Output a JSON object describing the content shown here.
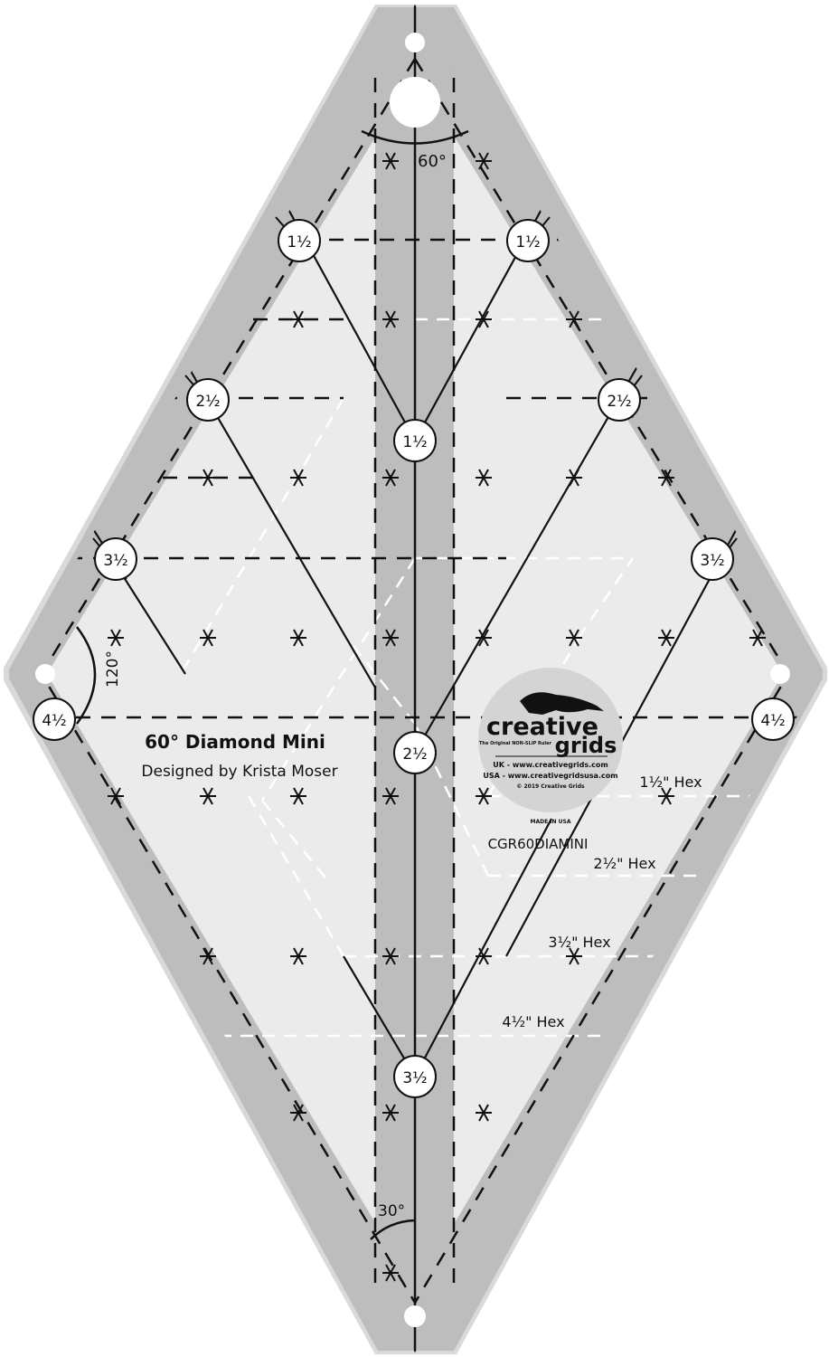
{
  "ruler": {
    "title": "60° Diamond Mini",
    "designer": "Designed by Krista Moser",
    "sku": "CGR60DIAMINI",
    "angles": {
      "top": "60°",
      "side": "120°",
      "bottom": "30°"
    },
    "size_markers": {
      "row1": "1½",
      "row2": "2½",
      "row3": "3½",
      "row4": "4½",
      "center1": "1½",
      "center2": "2½",
      "center3": "3½"
    },
    "hex_labels": [
      "1½\" Hex",
      "2½\" Hex",
      "3½\" Hex",
      "4½\" Hex"
    ],
    "colors": {
      "background": "#ffffff",
      "ruler_fill": "#ebebeb",
      "band_gray": "#bdbdbd",
      "line": "#111111",
      "hole": "#ffffff"
    }
  },
  "logo": {
    "brand_top": "creative",
    "brand_bottom": "grids",
    "tagline": "The Original NON-SLIP Ruler",
    "uk": "UK - www.creativegrids.com",
    "usa": "USA - www.creativegridsusa.com",
    "copyright": "© 2019 Creative Grids",
    "made_in": "MADE IN USA"
  }
}
